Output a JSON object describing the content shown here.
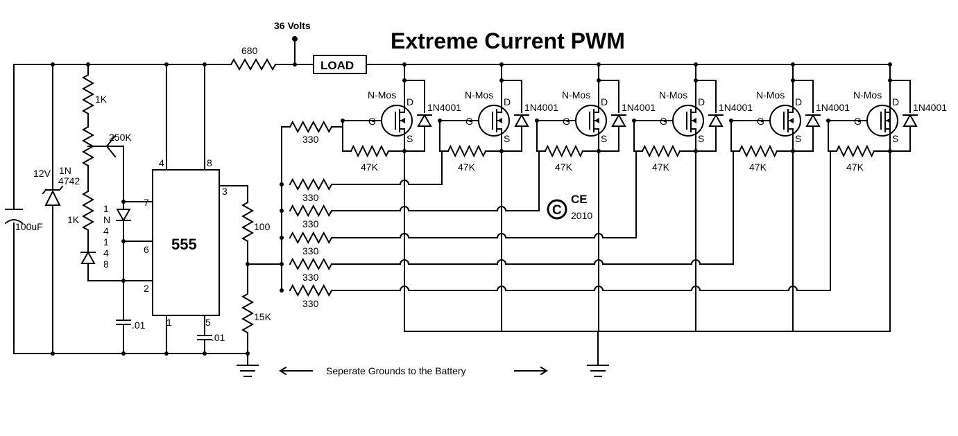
{
  "title": "Extreme Current PWM",
  "supply_label": "36 Volts",
  "load_label": "LOAD",
  "ic_label": "555",
  "ic_pins": [
    "4",
    "8",
    "3",
    "7",
    "6",
    "2",
    "1",
    "5"
  ],
  "copyright": {
    "symbol": "C",
    "logo": "CE",
    "year": "2010"
  },
  "ground_note": "Seperate Grounds to the Battery",
  "components": {
    "c_main": "100uF",
    "zener_v": "12V",
    "zener_a": "1N",
    "zener_b": "4742",
    "r_top": "1K",
    "pot": "250K",
    "r_mid": "1K",
    "diode_chars": [
      "1",
      "N",
      "4",
      "1",
      "4",
      "8"
    ],
    "r_supply": "680",
    "c_timing": ".01",
    "c_control": ".01",
    "r_out": "100",
    "r_pulldown": "15K"
  },
  "stages": [
    {
      "mosfet": "N-Mos",
      "gate": "G",
      "drain": "D",
      "source": "S",
      "diode": "1N4001",
      "r_gate": "330",
      "r_pull": "47K"
    },
    {
      "mosfet": "N-Mos",
      "gate": "G",
      "drain": "D",
      "source": "S",
      "diode": "1N4001",
      "r_gate": "330",
      "r_pull": "47K"
    },
    {
      "mosfet": "N-Mos",
      "gate": "G",
      "drain": "D",
      "source": "S",
      "diode": "1N4001",
      "r_gate": "330",
      "r_pull": "47K"
    },
    {
      "mosfet": "N-Mos",
      "gate": "G",
      "drain": "D",
      "source": "S",
      "diode": "1N4001",
      "r_gate": "330",
      "r_pull": "47K"
    },
    {
      "mosfet": "N-Mos",
      "gate": "G",
      "drain": "D",
      "source": "S",
      "diode": "1N4001",
      "r_gate": "330",
      "r_pull": "47K"
    },
    {
      "mosfet": "N-Mos",
      "gate": "G",
      "drain": "D",
      "source": "S",
      "diode": "1N4001",
      "r_gate": "330",
      "r_pull": "47K"
    }
  ]
}
